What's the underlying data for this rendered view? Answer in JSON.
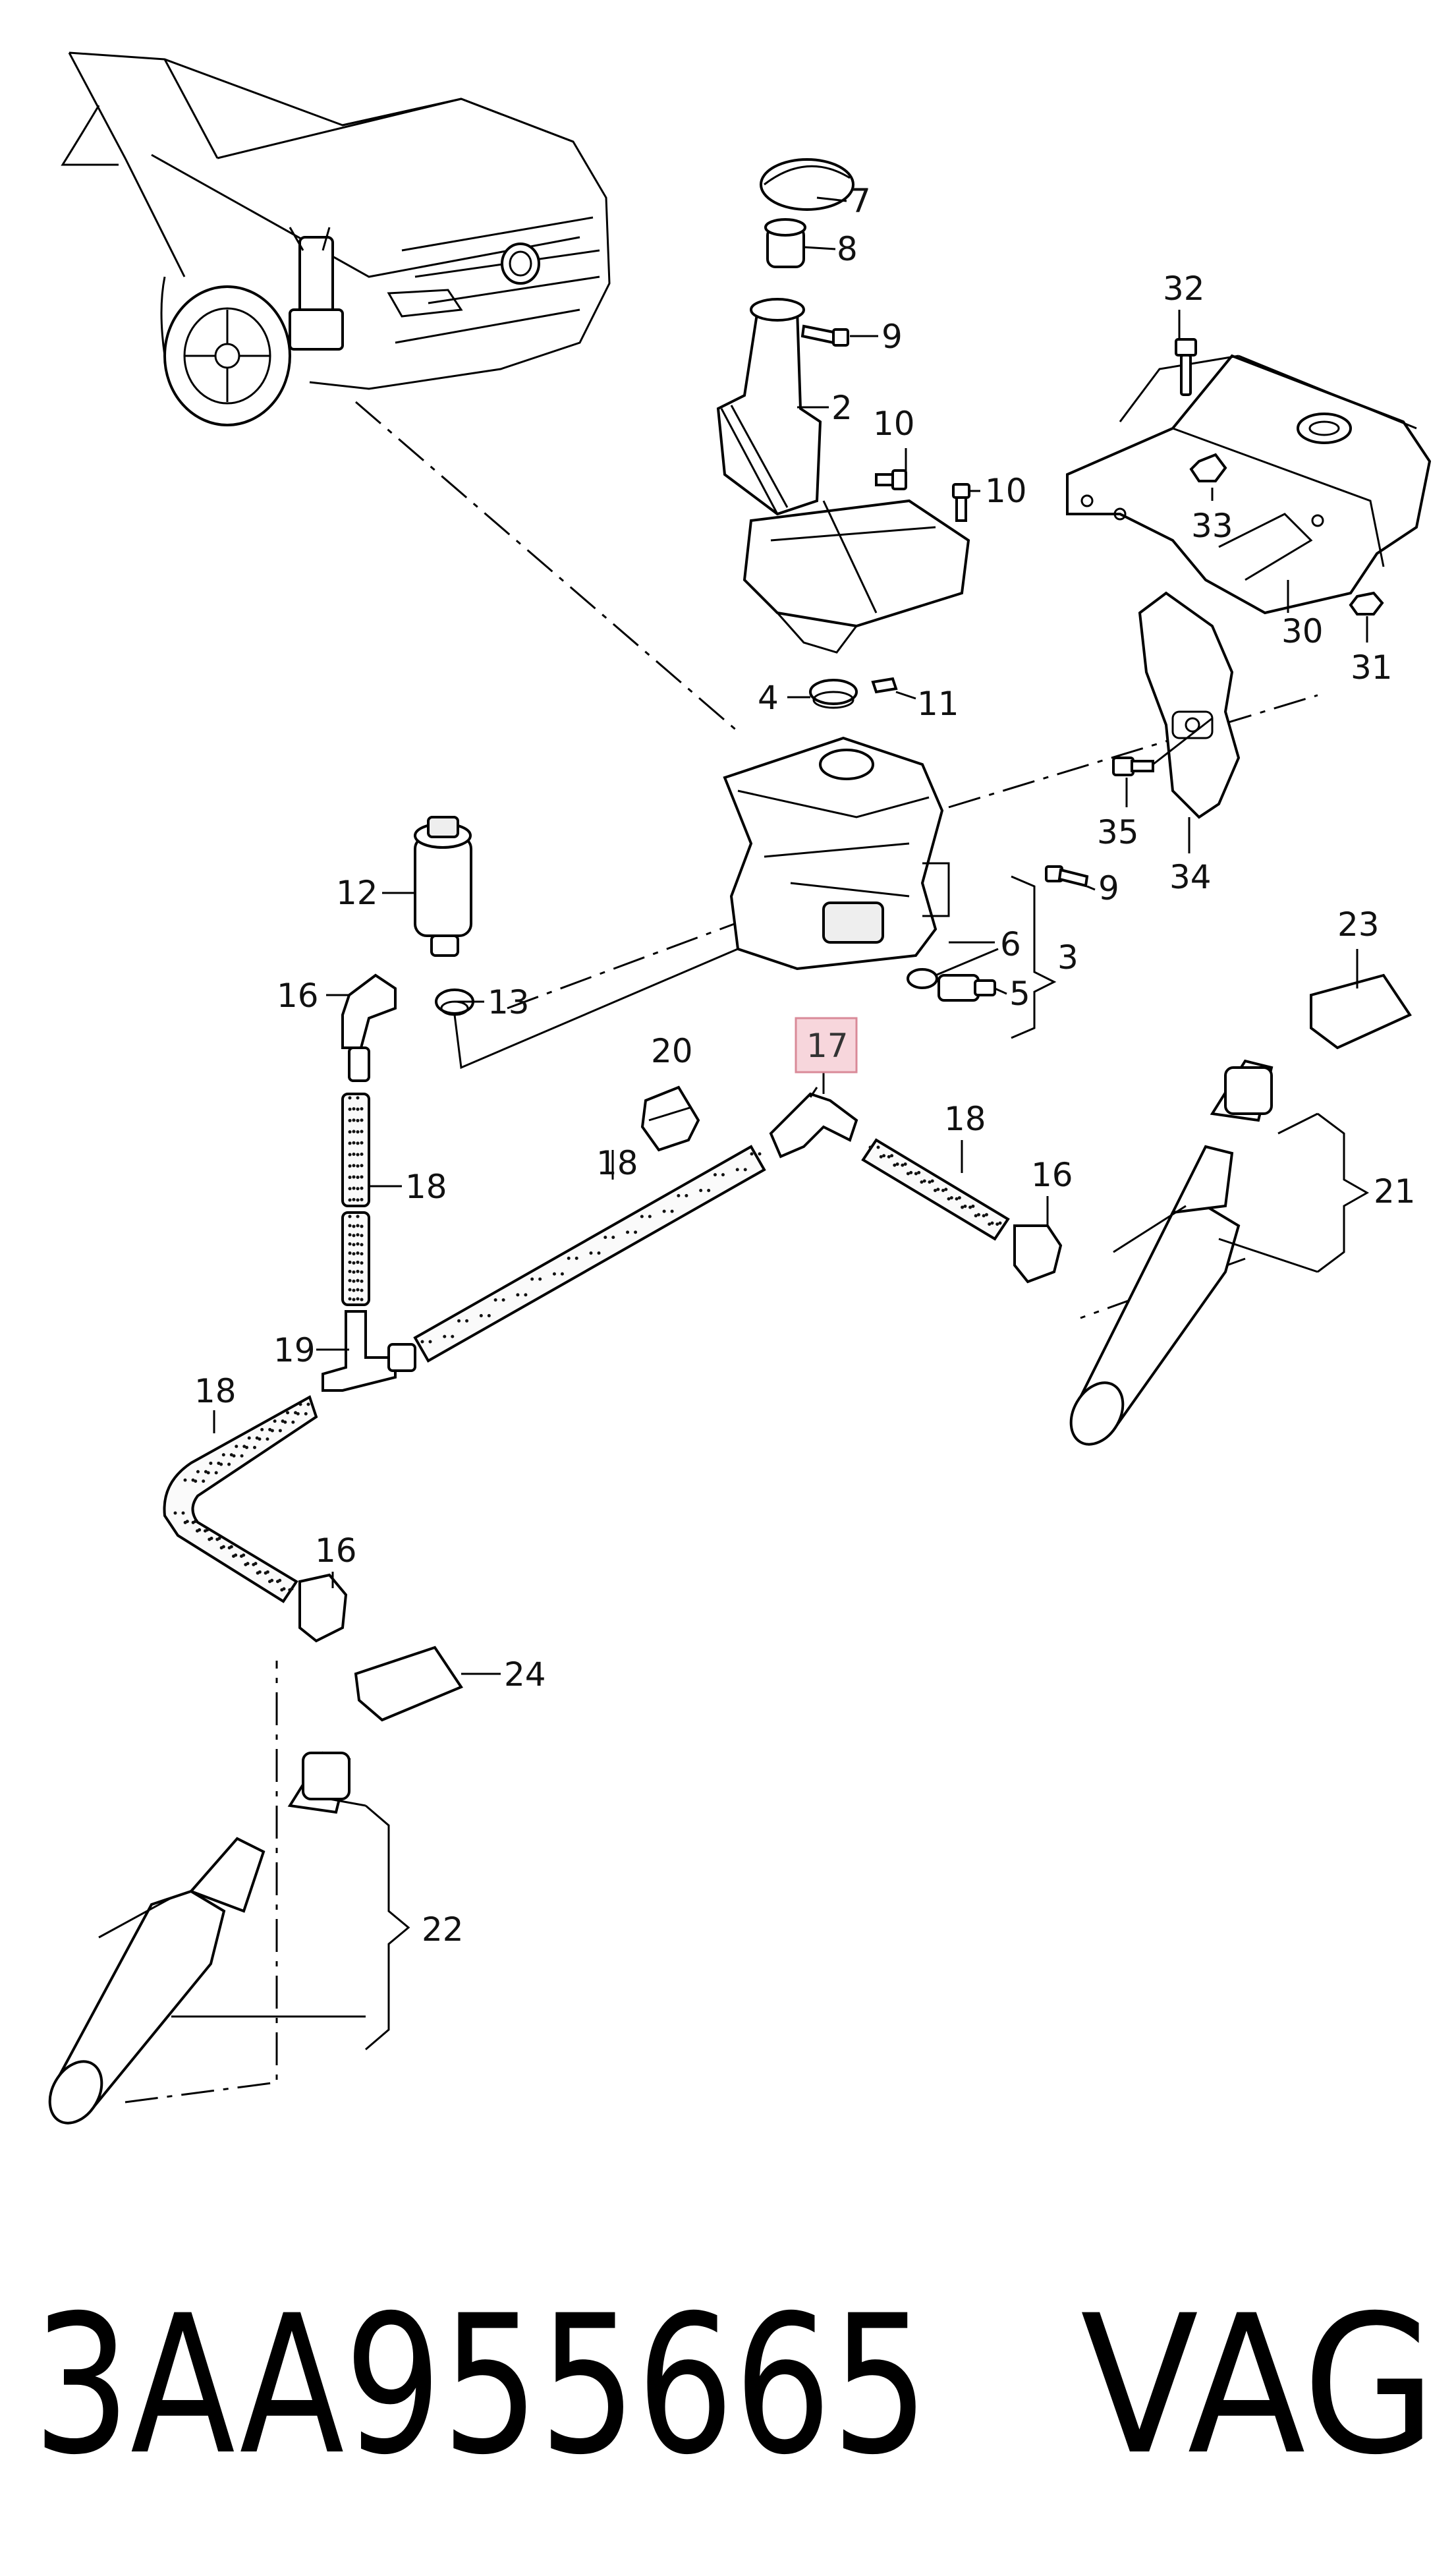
{
  "footer": {
    "part_number": "3AA955665",
    "brand": "VAG"
  },
  "highlight": {
    "label": "17",
    "fill": "#f7d6dc",
    "stroke": "#d98a98"
  },
  "callouts": {
    "c2": "2",
    "c3": "3",
    "c4": "4",
    "c5": "5",
    "c6": "6",
    "c7": "7",
    "c8": "8",
    "c9a": "9",
    "c9b": "9",
    "c10a": "10",
    "c10b": "10",
    "c11": "11",
    "c12": "12",
    "c13": "13",
    "c16a": "16",
    "c16b": "16",
    "c16c": "16",
    "c18a": "18",
    "c18b": "18",
    "c18c": "18",
    "c18d": "18",
    "c19": "19",
    "c20": "20",
    "c21": "21",
    "c22": "22",
    "c23": "23",
    "c24": "24",
    "c30": "30",
    "c31": "31",
    "c32": "32",
    "c33": "33",
    "c34": "34",
    "c35": "35"
  }
}
